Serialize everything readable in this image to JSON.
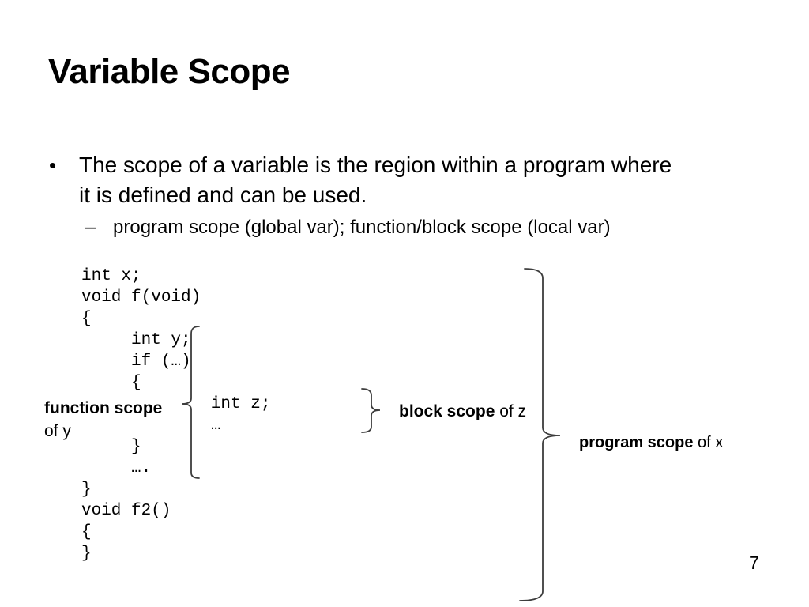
{
  "slide": {
    "title": "Variable Scope",
    "page_number": "7"
  },
  "bullet": {
    "marker": "•",
    "line1": "The scope of a variable is the region within a program where",
    "line2": "it is defined and can be used.",
    "sub_marker": "–",
    "sub_text": "program scope (global var); function/block scope (local var)"
  },
  "code": {
    "text": "int x;\nvoid f(void)\n{\n     int y;\n     if (…)\n     {\n             int z;\n             …\n     }\n     ….\n}\nvoid f2()\n{\n}"
  },
  "annotations": {
    "function_scope": {
      "bold": "function scope",
      "rest": "of y"
    },
    "block_scope": {
      "bold": "block scope",
      "rest": " of z"
    },
    "program_scope": {
      "bold": "program scope",
      "rest": " of x"
    }
  },
  "colors": {
    "background": "#ffffff",
    "text": "#000000",
    "brace": "#3d3d3d"
  }
}
